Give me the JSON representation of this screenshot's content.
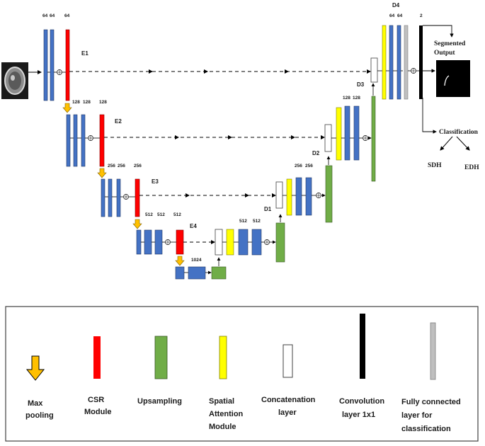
{
  "colors": {
    "conv": "#4472c4",
    "csr": "#ff0000",
    "upsampling": "#70ad47",
    "attention": "#ffff00",
    "concat": "#ffffff",
    "conv1x1": "#000000",
    "fc": "#bfbfbf",
    "pool": "#ffc000"
  },
  "encoder": {
    "e1": "E1",
    "e2": "E2",
    "e3": "E3",
    "e4": "E4",
    "e1_ch": [
      "64",
      "64",
      "64"
    ],
    "e2_ch": [
      "128",
      "128",
      "128"
    ],
    "e3_ch": [
      "256",
      "256",
      "256"
    ],
    "e4_ch": [
      "512",
      "512",
      "512"
    ],
    "bottleneck_ch": "1024"
  },
  "decoder": {
    "d1": "D1",
    "d2": "D2",
    "d3": "D3",
    "d4": "D4",
    "d1_ch": [
      "512",
      "512"
    ],
    "d2_ch": [
      "256",
      "256"
    ],
    "d3_ch": [
      "128",
      "128"
    ],
    "d4_ch": [
      "64",
      "64"
    ],
    "final_ch": "2"
  },
  "outputs": {
    "segmented_line1": "Segmented",
    "segmented_line2": "Output",
    "classification": "Classification",
    "sdh": "SDH",
    "edh": "EDH"
  },
  "legend": {
    "max_pooling": [
      "Max",
      "pooling"
    ],
    "csr": [
      "CSR",
      "Module"
    ],
    "upsampling": [
      "Upsampling"
    ],
    "attention": [
      "Spatial",
      "Attention",
      "Module"
    ],
    "concat": [
      "Concatenation",
      "layer"
    ],
    "conv1x1": [
      "Convolution",
      "layer 1x1"
    ],
    "fc": [
      "Fully connected",
      "layer for",
      "classification"
    ]
  }
}
